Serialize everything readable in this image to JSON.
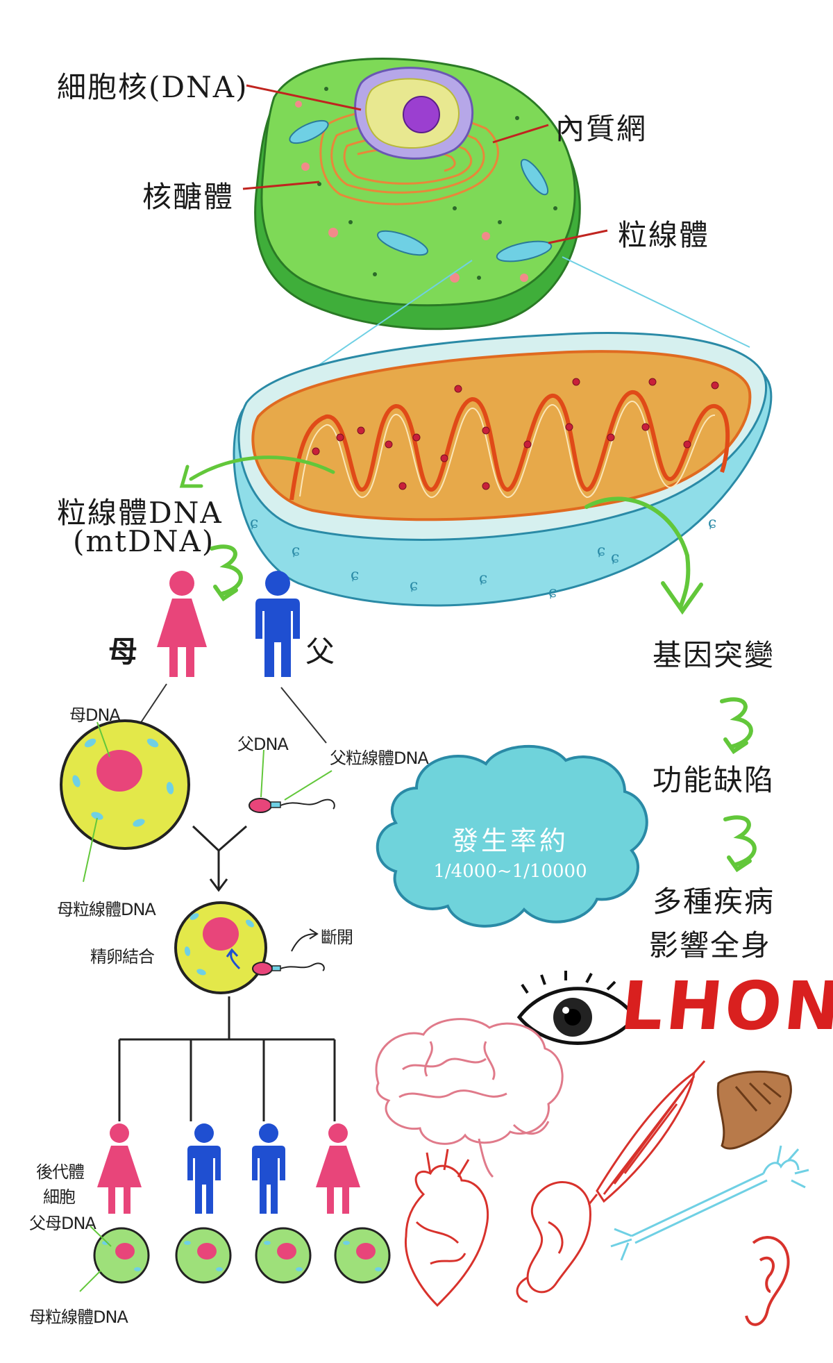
{
  "cell": {
    "nucleus_label": "細胞核(DNA)",
    "er_label": "內質網",
    "ribosome_label": "核醣體",
    "mitochondria_label": "粒線體"
  },
  "mito": {
    "dna_label_line1": "粒線體DNA",
    "dna_label_line2": "(mtDNA)"
  },
  "parents": {
    "mother_label": "母",
    "father_label": "父"
  },
  "inheritance": {
    "mother_dna": "母DNA",
    "mother_mtdna": "母粒線體DNA",
    "father_dna": "父DNA",
    "father_mtdna": "父粒線體DNA",
    "fertilization": "精卵結合",
    "break_off": "斷開",
    "offspring_line1": "後代體",
    "offspring_line2": "細胞",
    "offspring_line3": "父母DNA",
    "offspring_mtdna": "母粒線體DNA"
  },
  "incidence": {
    "title": "發生率約",
    "value": "1/4000~1/10000"
  },
  "flow": {
    "step1": "基因突變",
    "step2": "功能缺陷",
    "step3_line1": "多種疾病",
    "step3_line2": "影響全身"
  },
  "disease": {
    "name": "LHON"
  },
  "colors": {
    "cell_green": "#7ed957",
    "nucleus_purple": "#9b7fd4",
    "mito_orange": "#e9a23b",
    "mito_membrane": "#6fd0e4",
    "female_pink": "#e8457a",
    "male_blue": "#1f4fd1",
    "egg_yellow": "#e3e84a",
    "cloud_teal": "#6fd3db",
    "arrow_green": "#62c73a",
    "organ_red": "#d8322c"
  },
  "icons": [
    "female-icon",
    "male-icon",
    "sperm-icon",
    "eye-icon",
    "brain-icon",
    "heart-icon",
    "kidney-icon",
    "muscle-icon",
    "liver-icon",
    "neuron-icon",
    "ear-icon"
  ]
}
